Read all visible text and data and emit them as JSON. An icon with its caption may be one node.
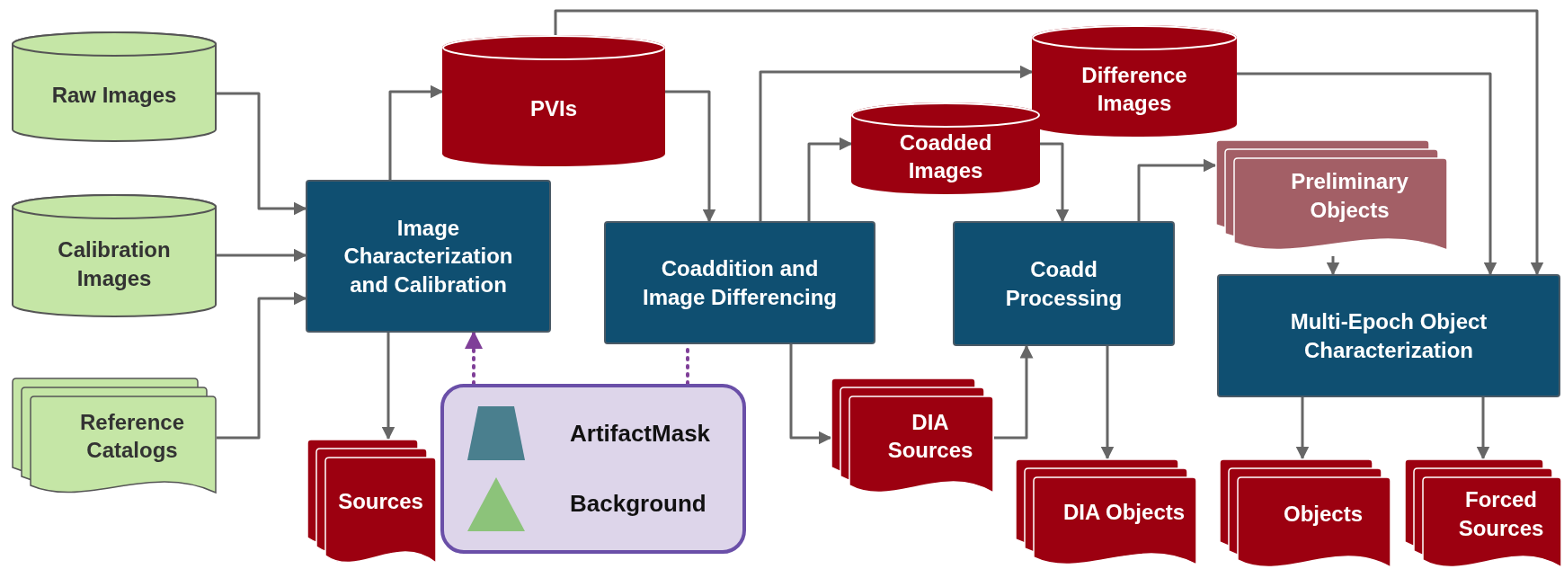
{
  "diagram": {
    "nodes": [
      {
        "text": [
          "Raw Images"
        ]
      },
      {
        "text": [
          "Calibration Images"
        ]
      },
      {
        "text": [
          "Reference Catalogs"
        ]
      },
      {
        "text": [
          "Image Characterization and Calibration"
        ]
      },
      {
        "text": [
          "PVIs"
        ]
      },
      {
        "text": [
          "Sources"
        ]
      },
      {
        "text": [
          "ArtifactMask",
          "Background"
        ]
      },
      {
        "text": [
          "Coaddition and Image Differencing"
        ]
      },
      {
        "text": [
          "Difference Images"
        ]
      },
      {
        "text": [
          "Coadded Images"
        ]
      },
      {
        "text": [
          "Coadd Processing"
        ]
      },
      {
        "text": [
          "Preliminary Objects"
        ]
      },
      {
        "text": [
          "DIA Sources"
        ]
      },
      {
        "text": [
          "DIA Objects"
        ]
      },
      {
        "text": [
          "Multi-Epoch Object Characterization"
        ]
      },
      {
        "text": [
          "Objects"
        ]
      },
      {
        "text": [
          "Forced Sources"
        ]
      }
    ],
    "edges": [
      {
        "from": 0,
        "to": 3,
        "arrow": "to"
      },
      {
        "from": 1,
        "to": 3,
        "arrow": "to"
      },
      {
        "from": 2,
        "to": 3,
        "arrow": "to"
      },
      {
        "from": 3,
        "to": 4,
        "arrow": "to"
      },
      {
        "from": 3,
        "to": 5,
        "arrow": "to"
      },
      {
        "from": 4,
        "to": 7,
        "arrow": "to"
      },
      {
        "from": 4,
        "to": 14,
        "arrow": "to"
      },
      {
        "from": 7,
        "to": 8,
        "arrow": "to"
      },
      {
        "from": 7,
        "to": 9,
        "arrow": "to"
      },
      {
        "from": 7,
        "to": 12,
        "arrow": "to"
      },
      {
        "from": 9,
        "to": 10,
        "arrow": "to"
      },
      {
        "from": 12,
        "to": 10,
        "arrow": "to"
      },
      {
        "from": 10,
        "to": 11,
        "arrow": "to"
      },
      {
        "from": 10,
        "to": 13,
        "arrow": "to"
      },
      {
        "from": 11,
        "to": 14,
        "arrow": "to"
      },
      {
        "from": 8,
        "to": 14,
        "arrow": "to"
      },
      {
        "from": 14,
        "to": 15,
        "arrow": "to"
      },
      {
        "from": 14,
        "to": 16,
        "arrow": "to"
      },
      {
        "from": 6,
        "to": 3,
        "arrow": "to",
        "style": "dashed",
        "color": "#7f3f98"
      },
      {
        "from": 6,
        "to": 7,
        "arrow": "none",
        "style": "dashed",
        "color": "#7f3f98"
      }
    ]
  }
}
